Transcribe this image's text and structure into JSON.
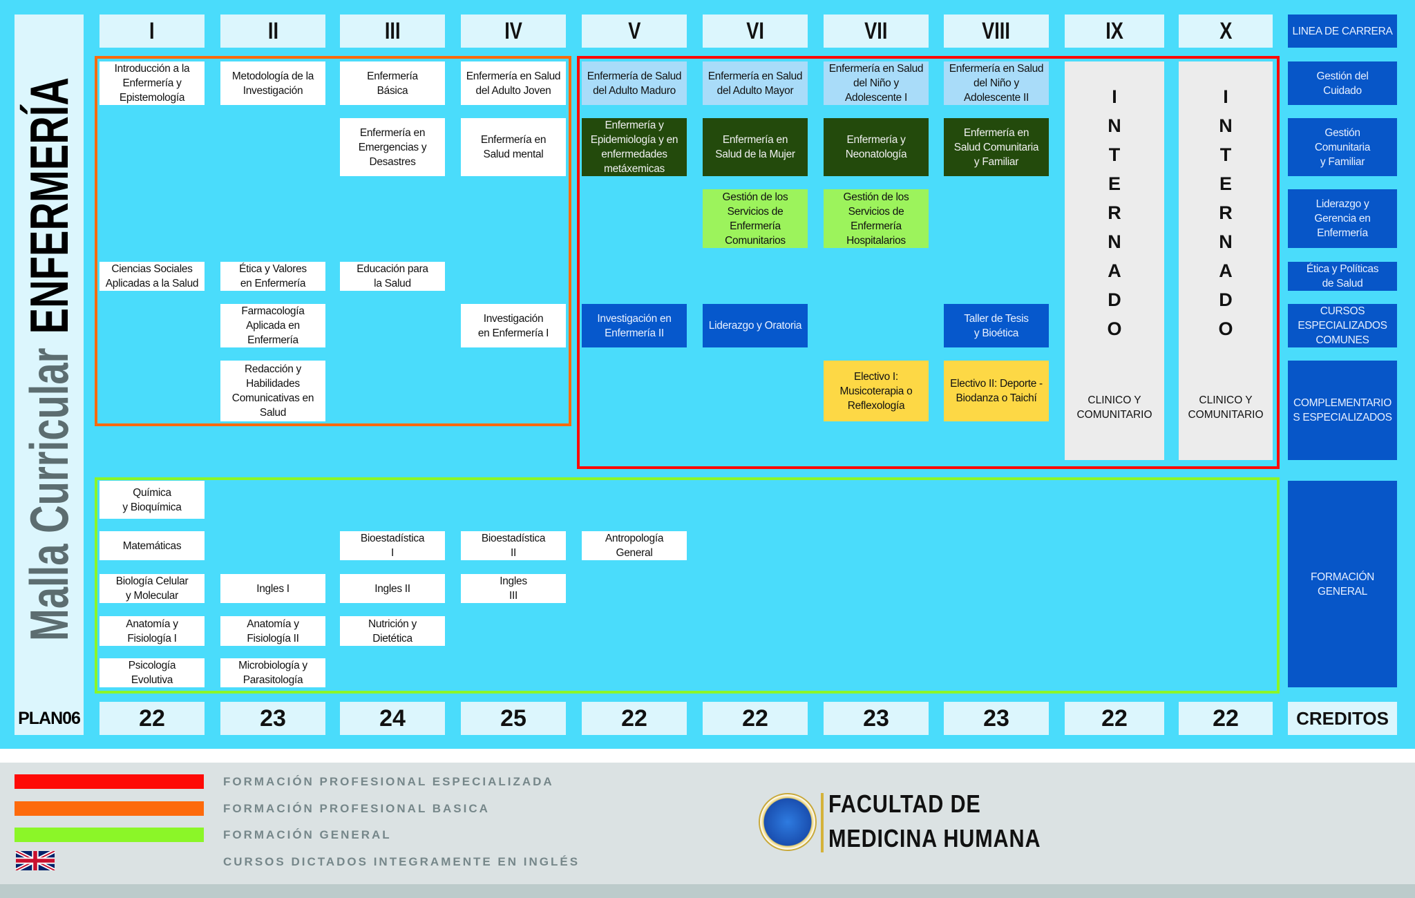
{
  "title": {
    "part1": "Malla Curricular",
    "part2": "ENFERMERÍA"
  },
  "semesters": [
    "I",
    "II",
    "III",
    "IV",
    "V",
    "VI",
    "VII",
    "VIII",
    "IX",
    "X"
  ],
  "career_line_header": "LINEA DE CARRERA",
  "courses": [
    {
      "sem": 0,
      "row": "r1",
      "style": "white",
      "text": "Introducción a la Enfermería y Epistemología"
    },
    {
      "sem": 1,
      "row": "r1",
      "style": "white",
      "text": "Metodología de la Investigación"
    },
    {
      "sem": 2,
      "row": "r1",
      "style": "white",
      "text": "Enfermería\nBásica"
    },
    {
      "sem": 3,
      "row": "r1",
      "style": "white",
      "text": "Enfermería en Salud del Adulto Joven"
    },
    {
      "sem": 4,
      "row": "r1",
      "style": "lblue",
      "text": "Enfermería de Salud del Adulto Maduro"
    },
    {
      "sem": 5,
      "row": "r1",
      "style": "lblue",
      "text": "Enfermería en Salud del Adulto Mayor"
    },
    {
      "sem": 6,
      "row": "r1",
      "style": "lblue",
      "text": "Enfermería en Salud del Niño y Adolescente I"
    },
    {
      "sem": 7,
      "row": "r1",
      "style": "lblue",
      "text": "Enfermería en Salud del Niño y Adolescente II"
    },
    {
      "sem": 2,
      "row": "r2",
      "style": "white",
      "text": "Enfermería en Emergencias y Desastres"
    },
    {
      "sem": 3,
      "row": "r2",
      "style": "white",
      "text": "Enfermería en\nSalud mental"
    },
    {
      "sem": 4,
      "row": "r2",
      "style": "dgreen",
      "text": "Enfermería y Epidemiología y en enfermedades metáxemicas"
    },
    {
      "sem": 5,
      "row": "r2",
      "style": "dgreen",
      "text": "Enfermería en\nSalud de la Mujer"
    },
    {
      "sem": 6,
      "row": "r2",
      "style": "dgreen",
      "text": "Enfermería y\nNeonatología"
    },
    {
      "sem": 7,
      "row": "r2",
      "style": "dgreen",
      "text": "Enfermería en\nSalud Comunitaria\ny Familiar"
    },
    {
      "sem": 5,
      "row": "r3",
      "style": "lgreen",
      "text": "Gestión de los Servicios de Enfermería Comunitarios"
    },
    {
      "sem": 6,
      "row": "r3",
      "style": "lgreen",
      "text": "Gestión de los Servicios de Enfermería Hospitalarios"
    },
    {
      "sem": 0,
      "row": "r4",
      "style": "white",
      "text": "Ciencias Sociales Aplicadas a la Salud"
    },
    {
      "sem": 1,
      "row": "r4",
      "style": "white",
      "text": "Ética y Valores\nen Enfermería"
    },
    {
      "sem": 2,
      "row": "r4",
      "style": "white",
      "text": "Educación para\nla Salud"
    },
    {
      "sem": 1,
      "row": "r5",
      "style": "white",
      "text": "Farmacología\nAplicada en\nEnfermería"
    },
    {
      "sem": 3,
      "row": "r5",
      "style": "white",
      "text": "Investigación\nen Enfermería I"
    },
    {
      "sem": 4,
      "row": "r5",
      "style": "blue",
      "text": "Investigación en\nEnfermería II"
    },
    {
      "sem": 5,
      "row": "r5",
      "style": "blue",
      "text": "Liderazgo y Oratoria"
    },
    {
      "sem": 7,
      "row": "r5",
      "style": "blue",
      "text": "Taller de Tesis\ny Bioética"
    },
    {
      "sem": 1,
      "row": "r6",
      "style": "white",
      "text": "Redacción y Habilidades Comunicativas en Salud"
    },
    {
      "sem": 6,
      "row": "r6",
      "style": "yellow",
      "text": "Electivo I:\nMusicoterapia o\nReflexología"
    },
    {
      "sem": 7,
      "row": "r6",
      "style": "yellow",
      "text": "Electivo II: Deporte - Biodanza o Taichí"
    },
    {
      "sem": 0,
      "row": "b1",
      "style": "white",
      "text": "Química\ny Bioquímica"
    },
    {
      "sem": 0,
      "row": "b2",
      "style": "white",
      "text": "Matemáticas"
    },
    {
      "sem": 2,
      "row": "b2",
      "style": "white",
      "text": "Bioestadística\nI"
    },
    {
      "sem": 3,
      "row": "b2",
      "style": "white",
      "text": "Bioestadística\nII"
    },
    {
      "sem": 4,
      "row": "b2",
      "style": "white",
      "text": "Antropología\nGeneral"
    },
    {
      "sem": 0,
      "row": "b3",
      "style": "white",
      "text": "Biología Celular\ny Molecular"
    },
    {
      "sem": 1,
      "row": "b3",
      "style": "white",
      "text": "Ingles I"
    },
    {
      "sem": 2,
      "row": "b3",
      "style": "white",
      "text": "Ingles II"
    },
    {
      "sem": 3,
      "row": "b3",
      "style": "white",
      "text": "Ingles\nIII"
    },
    {
      "sem": 0,
      "row": "b4",
      "style": "white",
      "text": "Anatomía y\nFisiología I"
    },
    {
      "sem": 1,
      "row": "b4",
      "style": "white",
      "text": "Anatomía y\nFisiología II"
    },
    {
      "sem": 2,
      "row": "b4",
      "style": "white",
      "text": "Nutrición y\nDietética"
    },
    {
      "sem": 0,
      "row": "b5",
      "style": "white",
      "text": "Psicología\nEvolutiva"
    },
    {
      "sem": 1,
      "row": "b5",
      "style": "white",
      "text": "Microbiología y\nParasitología"
    }
  ],
  "internado": [
    {
      "label": "INTERNADO",
      "sub": "CLINICO Y\nCOMUNITARIO"
    },
    {
      "label": "INTERNADO",
      "sub": "CLINICO Y\nCOMUNITARIO"
    }
  ],
  "career_lines": [
    {
      "row": "r1",
      "text": "Gestión del\nCuidado"
    },
    {
      "row": "r2",
      "text": "Gestión\nComunitaria\ny Familiar"
    },
    {
      "row": "r3",
      "text": "Liderazgo y\nGerencia en\nEnfermería"
    },
    {
      "row": "r4",
      "text": "Ética y Políticas\nde Salud"
    },
    {
      "row": "r5",
      "text": "CURSOS\nESPECIALIZADOS\nCOMUNES"
    },
    {
      "row": "comp",
      "text": "COMPLEMENTARIO\nS ESPECIALIZADOS"
    },
    {
      "row": "gen",
      "text": "FORMACIÓN\nGENERAL"
    }
  ],
  "plan_label": "PLAN06",
  "credits": [
    "22",
    "23",
    "24",
    "25",
    "22",
    "22",
    "23",
    "23",
    "22",
    "22"
  ],
  "credits_label": "CREDITOS",
  "legend": [
    {
      "color": "#fe0a06",
      "label": "FORMACIÓN PROFESIONAL ESPECIALIZADA"
    },
    {
      "color": "#fd6a0c",
      "label": "FORMACIÓN PROFESIONAL BASICA"
    },
    {
      "color": "#8bf628",
      "label": "FORMACIÓN GENERAL"
    },
    {
      "icon": "uk-flag-icon",
      "label": "CURSOS DICTADOS INTEGRAMENTE EN INGLÉS"
    }
  ],
  "faculty": {
    "line1": "FACULTAD DE",
    "line2": "MEDICINA HUMANA"
  },
  "colors": {
    "background": "#4adcfb",
    "specialized": "#fe0a06",
    "basic": "#fd6a0c",
    "general": "#8bf628"
  }
}
